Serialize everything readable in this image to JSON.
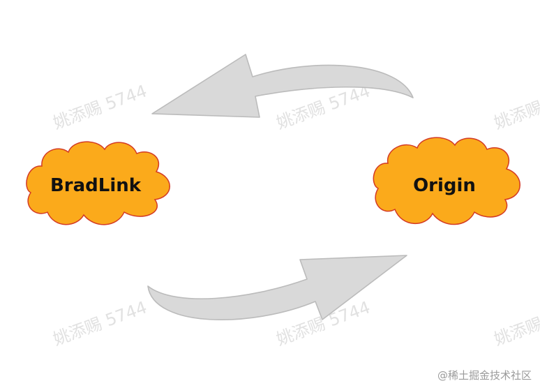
{
  "nodes": [
    {
      "id": "bradlink",
      "label": "BradLink"
    },
    {
      "id": "origin",
      "label": "Origin"
    }
  ],
  "edges": [
    {
      "from": "origin",
      "to": "bradlink"
    },
    {
      "from": "bradlink",
      "to": "origin"
    }
  ],
  "colors": {
    "cloud_fill": "#FBAA1B",
    "cloud_stroke": "#D33A24",
    "arrow_fill": "#D9D9D9",
    "arrow_stroke": "#BBBBBB"
  },
  "watermark": {
    "text": "姚添赐 5744"
  },
  "credit": "@稀土掘金技术社区"
}
